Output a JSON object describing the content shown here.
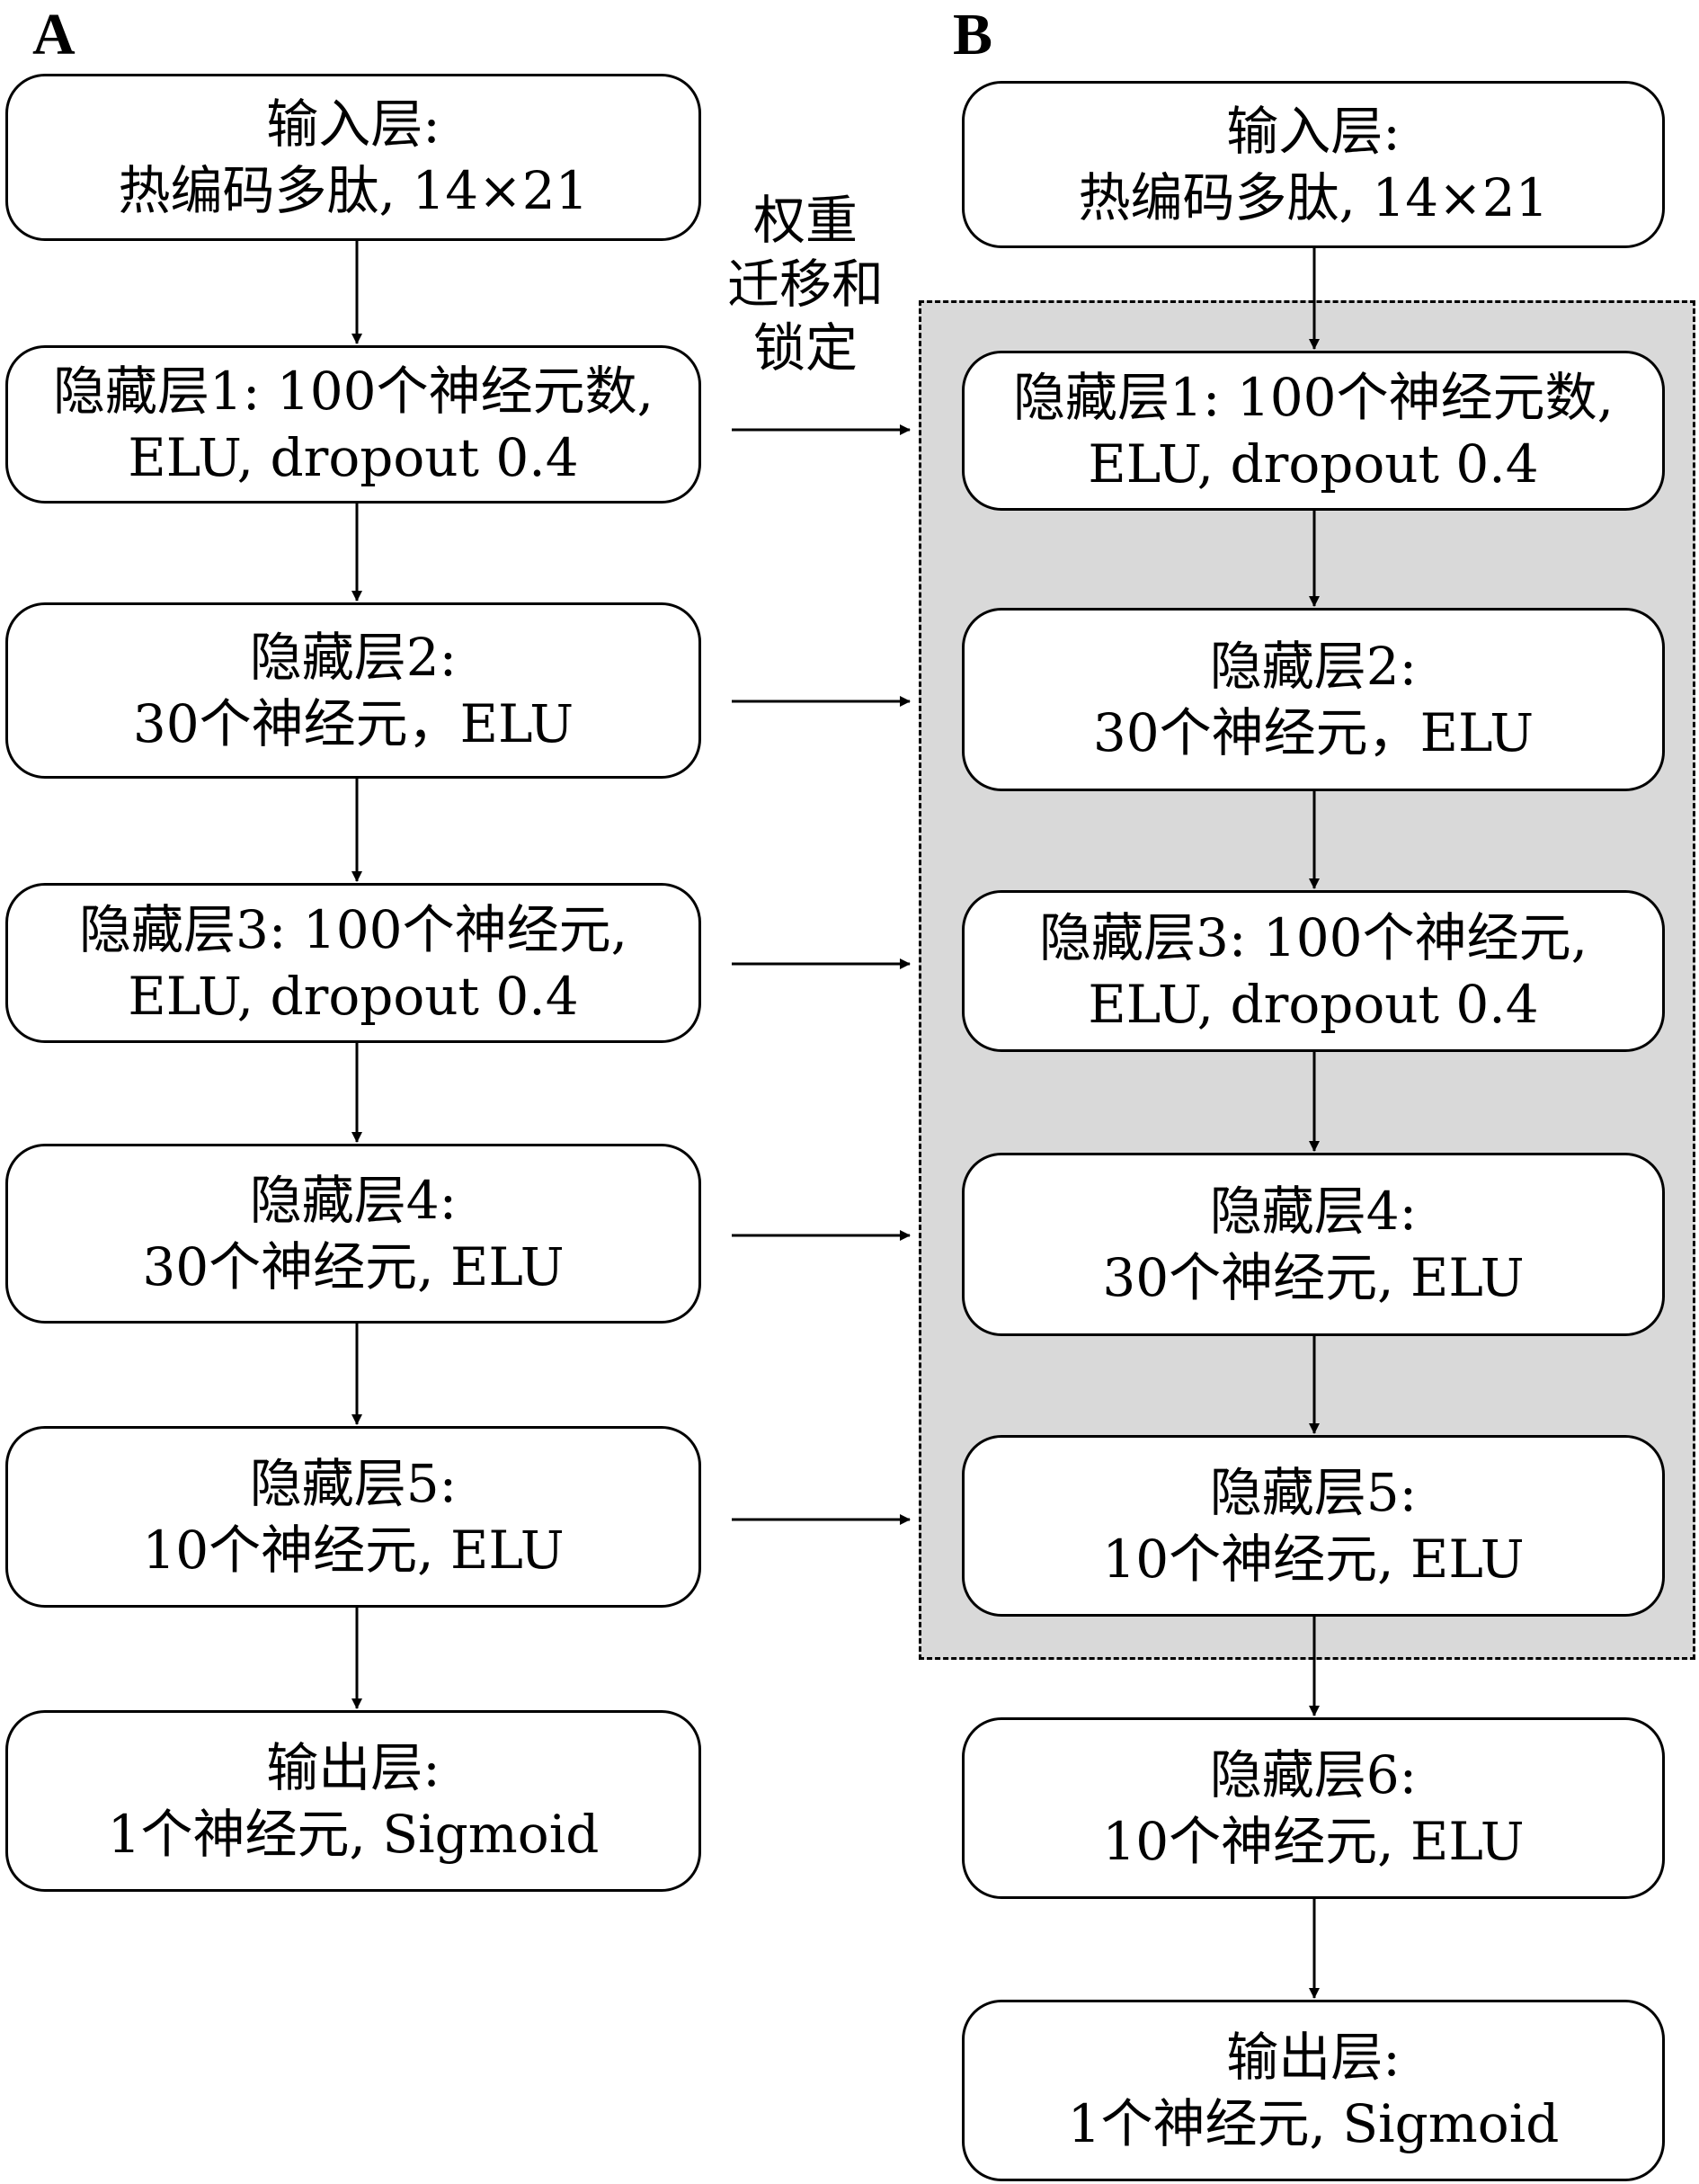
{
  "panel_a": {
    "label": "A",
    "nodes": [
      {
        "line1": "输入层:",
        "line2": "热编码多肽, 14×21"
      },
      {
        "line1": "隐藏层1: 100个神经元数,",
        "line2": "ELU, dropout 0.4"
      },
      {
        "line1": "隐藏层2:",
        "line2": "30个神经元，ELU"
      },
      {
        "line1": "隐藏层3: 100个神经元,",
        "line2": "ELU, dropout 0.4"
      },
      {
        "line1": "隐藏层4:",
        "line2": "30个神经元, ELU"
      },
      {
        "line1": "隐藏层5:",
        "line2": "10个神经元, ELU"
      },
      {
        "line1": "输出层:",
        "line2": "1个神经元, Sigmoid"
      }
    ]
  },
  "panel_b": {
    "label": "B",
    "nodes": [
      {
        "line1": "输入层:",
        "line2": "热编码多肽, 14×21"
      },
      {
        "line1": "隐藏层1: 100个神经元数,",
        "line2": "ELU, dropout 0.4"
      },
      {
        "line1": "隐藏层2:",
        "line2": "30个神经元，ELU"
      },
      {
        "line1": "隐藏层3: 100个神经元,",
        "line2": "ELU, dropout 0.4"
      },
      {
        "line1": "隐藏层4:",
        "line2": "30个神经元, ELU"
      },
      {
        "line1": "隐藏层5:",
        "line2": "10个神经元, ELU"
      },
      {
        "line1": "隐藏层6:",
        "line2": "10个神经元, ELU"
      },
      {
        "line1": "输出层:",
        "line2": "1个神经元, Sigmoid"
      }
    ]
  },
  "transfer_note": {
    "line1": "权重",
    "line2": "迁移和",
    "line3": "锁定"
  }
}
